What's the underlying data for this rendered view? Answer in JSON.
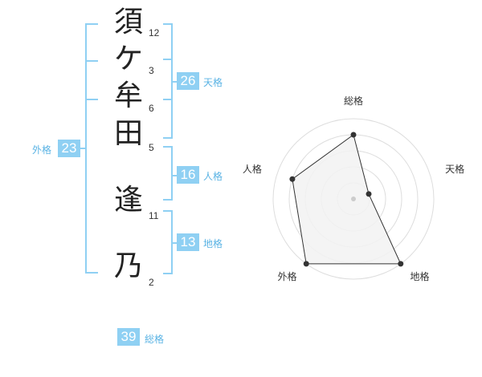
{
  "name": {
    "characters": [
      {
        "char": "須",
        "strokes": "12"
      },
      {
        "char": "ケ",
        "strokes": "3"
      },
      {
        "char": "牟",
        "strokes": "6"
      },
      {
        "char": "田",
        "strokes": "5"
      },
      {
        "char": "逢",
        "strokes": "11"
      },
      {
        "char": "乃",
        "strokes": "2"
      }
    ]
  },
  "fortunes": {
    "tenkaku": {
      "value": "26",
      "label": "天格"
    },
    "jinkaku": {
      "value": "16",
      "label": "人格"
    },
    "chikaku": {
      "value": "13",
      "label": "地格"
    },
    "gaikaku": {
      "value": "23",
      "label": "外格"
    },
    "soukaku": {
      "value": "39",
      "label": "総格"
    }
  },
  "chart_data": {
    "type": "radar",
    "axes": [
      "総格",
      "天格",
      "地格",
      "外格",
      "人格"
    ],
    "values": [
      4,
      1,
      5,
      5,
      4
    ],
    "range": [
      0,
      5
    ],
    "rings": 5
  },
  "colors": {
    "bracket": "#8fd0f3",
    "badge": "#8fd0f3",
    "badge_label": "#5ab3e4",
    "radar_fill": "#f2f2f2",
    "radar_grid": "#dddddd",
    "radar_line": "#333333"
  }
}
